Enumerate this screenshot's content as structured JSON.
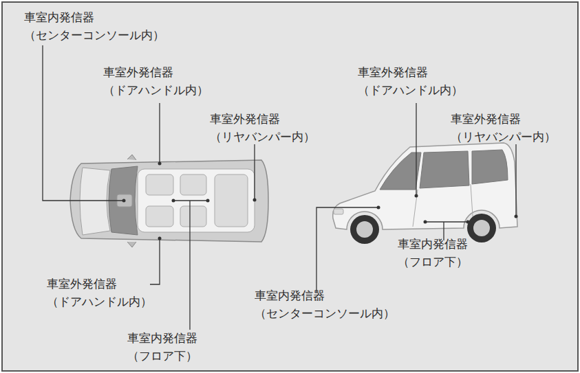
{
  "diagram": {
    "labels": [
      "車室内発信器",
      "（センターコンソール内）",
      "車室外発信器",
      "（ドアハンドル内）",
      "車室外発信器",
      "（リヤバンパー内）",
      "車室外発信器",
      "（ドアハンドル内）",
      "車室内発信器",
      "（フロア下）",
      "車室外発信器",
      "（ドアハンドル内）",
      "車室外発信器",
      "（リヤバンパー内）",
      "車室内発信器",
      "（フロア下）",
      "車室内発信器",
      "（センターコンソール内）"
    ]
  }
}
